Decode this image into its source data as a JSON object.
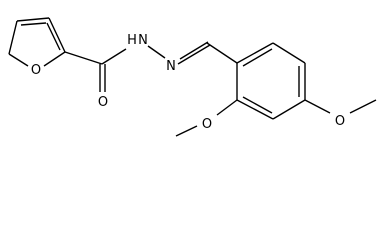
{
  "molecule": {
    "atoms": {
      "furan_oxygen": "O",
      "carbonyl_oxygen": "O",
      "amide_nh": "H",
      "amide_n": "N",
      "imine_n": "N",
      "methoxy_oxygen_ortho": "O",
      "methoxy_oxygen_para": "O"
    }
  }
}
